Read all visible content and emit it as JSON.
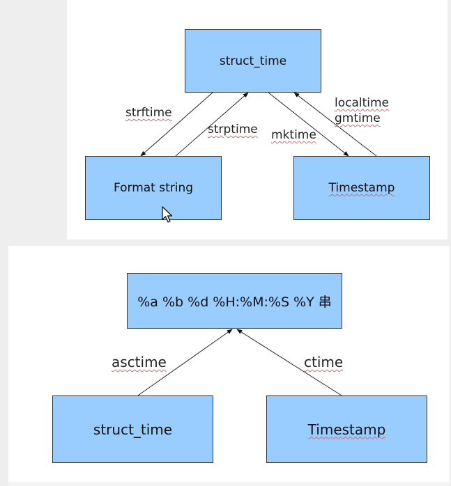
{
  "diagram1": {
    "nodes": {
      "struct_time": "struct_time",
      "format_string": "Format string",
      "timestamp": "Timestamp"
    },
    "edges": {
      "strftime": "strftime",
      "strptime": "strptime",
      "mktime": "mktime",
      "localtime": "localtime",
      "gmtime": "gmtime"
    }
  },
  "diagram2": {
    "nodes": {
      "format_top": "%a %b %d %H:%M:%S %Y 串",
      "struct_time": "struct_time",
      "timestamp": "Timestamp"
    },
    "edges": {
      "asctime": "asctime",
      "ctime": "ctime"
    }
  },
  "colors": {
    "node_fill": "#99ccff",
    "node_border": "#333333",
    "spellcheck_underline": "#d46a6a"
  }
}
